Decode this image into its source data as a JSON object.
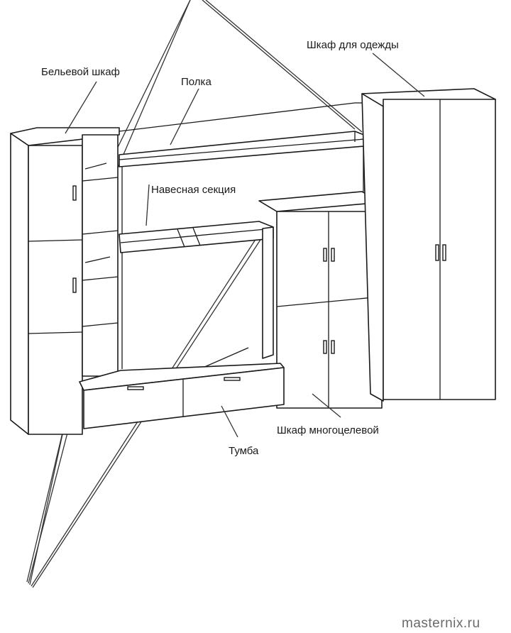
{
  "labels": {
    "linen_cabinet": "Бельевой шкаф",
    "shelf": "Полка",
    "wardrobe": "Шкаф для одежды",
    "hanging_section": "Навесная секция",
    "multipurpose_cabinet": "Шкаф многоцелевой",
    "tv_stand": "Тумба"
  },
  "watermark": "masternix.ru"
}
